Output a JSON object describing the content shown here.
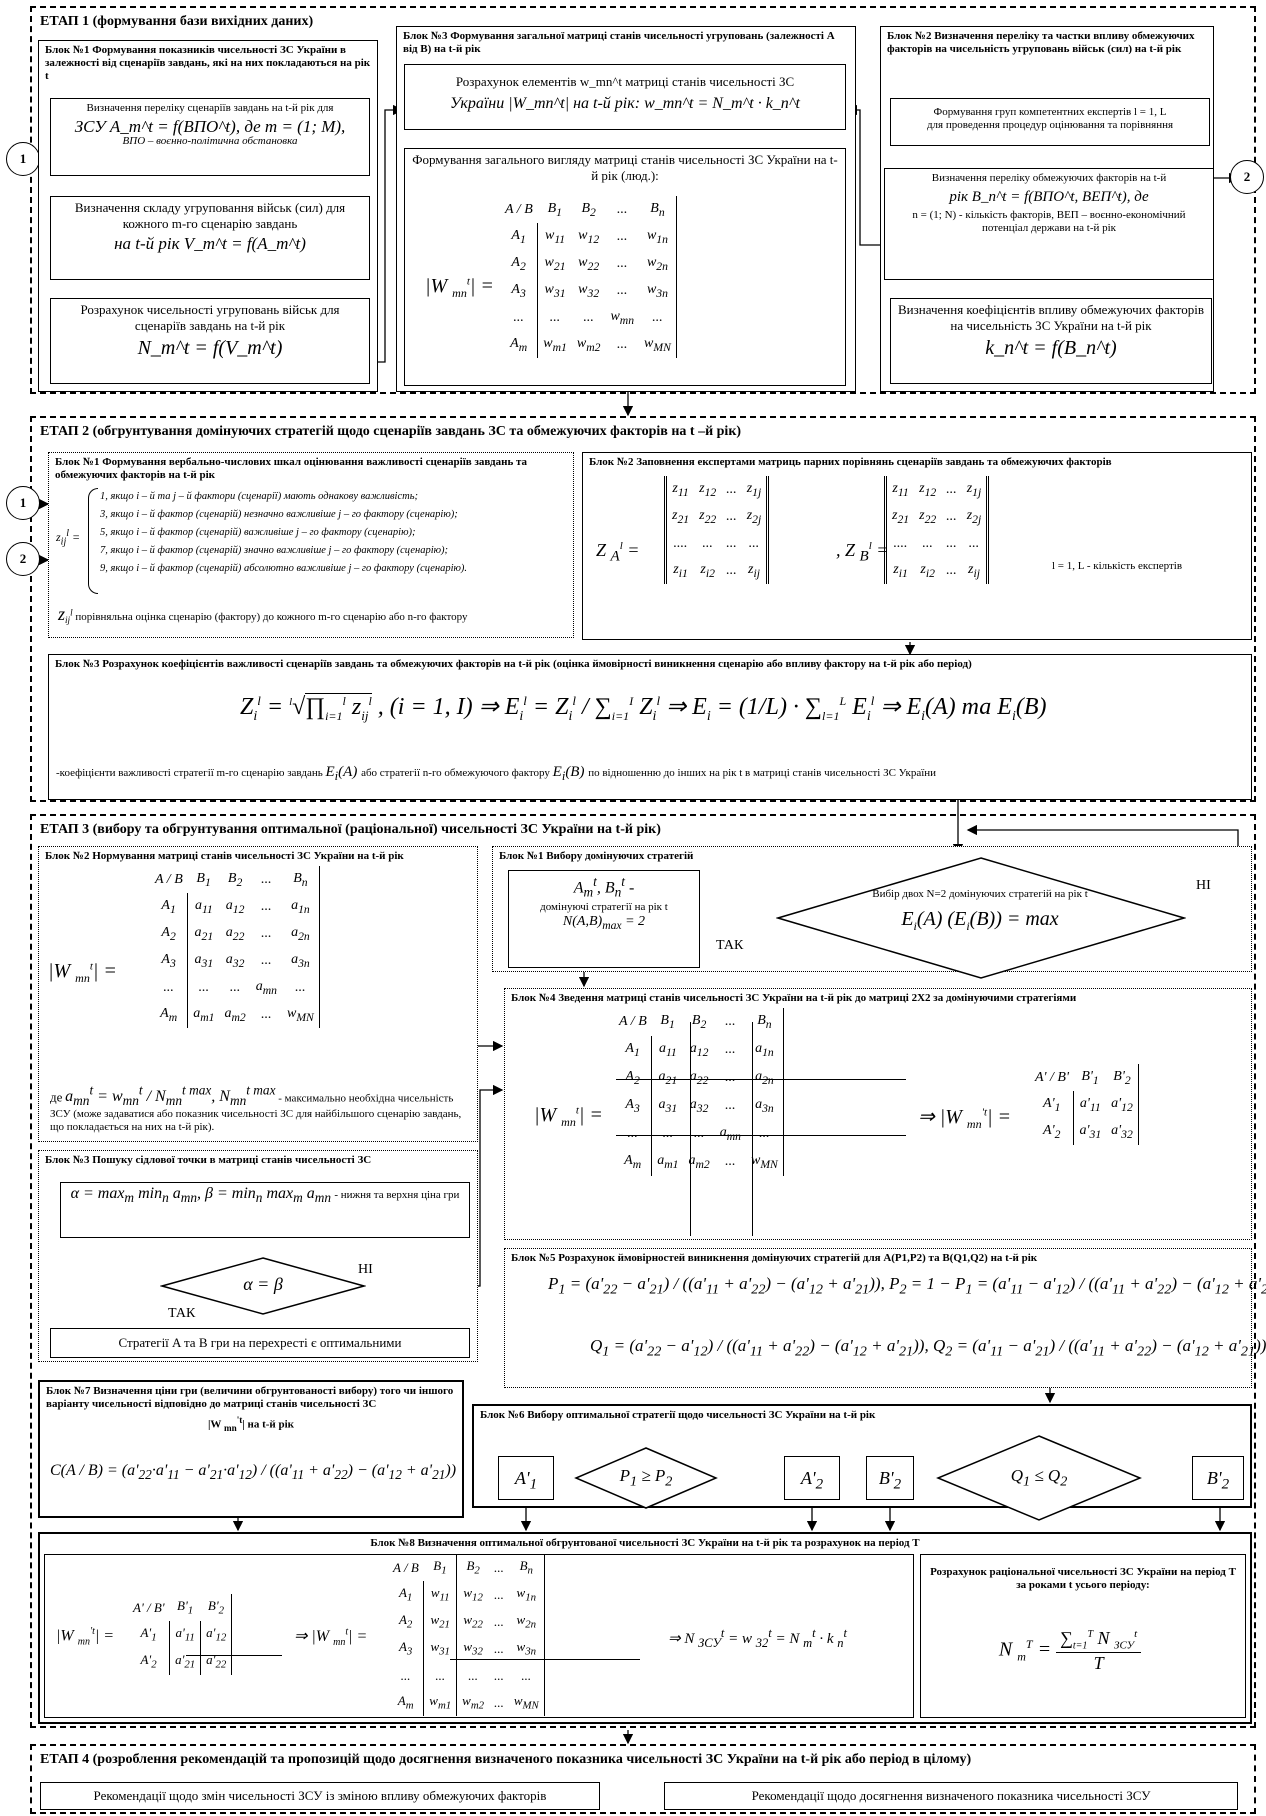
{
  "stage1": {
    "title": "ЕТАП 1 (формування бази вихідних даних)",
    "block1": {
      "title": "Блок №1 Формування показників чисельності ЗС України в залежності від сценаріїв завдань, які на них покладаються на рік t",
      "box1_line1": "Визначення переліку сценаріїв завдань на t-й рік для",
      "box1_formula": "ЗСУ A_m^t = f(ВПО^t), де m = (1; M),",
      "box1_note": "ВПО – воєнно-політична обстановка",
      "box2_line": "Визначення складу угруповання військ (сил) для кожного m-го сценарію завдань",
      "box2_formula": "на t-й рік V_m^t = f(A_m^t)",
      "box3_line": "Розрахунок чисельності угруповань військ для сценаріїв завдань на t-й рік",
      "box3_formula": "N_m^t = f(V_m^t)"
    },
    "block3": {
      "title": "Блок №3 Формування загальної матриці станів чисельності угруповань (залежності A від B) на t-й рік",
      "box1_line": "Розрахунок елементів w_mn^t матриці станів чисельності ЗС",
      "box1_formula": "України |W_mn^t| на t-й рік: w_mn^t = N_m^t · k_n^t",
      "box2_line": "Формування загального вигляду матриці станів чисельності ЗС України на t-й рік (люд.):"
    },
    "block2": {
      "title": "Блок №2 Визначення переліку та частки впливу обмежуючих факторів на чисельність угруповань військ (сил) на t-й рік",
      "box1_line": "Формування груп компетентних експертів l = 1, L",
      "box1_note": "для проведення процедур оцінювання та порівняння",
      "box2_line": "Визначення переліку обмежуючих факторів на t-й",
      "box2_formula": "рік B_n^t = f(ВПО^t, ВЕП^t), де",
      "box2_note": "n = (1; N) - кількість факторів, ВЕП – воєнно-економічний потенціал держави на t-й рік",
      "box3_line": "Визначення коефіцієнтів впливу обмежуючих факторів на чисельність ЗС України на t-й рік",
      "box3_formula": "k_n^t = f(B_n^t)"
    },
    "circles": [
      "1",
      "2"
    ]
  },
  "stage2": {
    "title": "ЕТАП 2 (обгрунтування домінуючих стратегій щодо сценаріїв завдань ЗС та обмежуючих факторів на t –й рік)",
    "block1": {
      "title": "Блок №1 Формування вербально-числових шкал оцінювання важливості сценаріїв завдань та обмежуючих факторів на t-й рік",
      "cases": [
        "1, якщо i – й та j – й фактори (сценарії) мають однакову важливість;",
        "3, якщо i – й фактор (сценарій) незначно важливіше j – го фактору (сценарію);",
        "5, якщо i – й фактор (сценарій) важливіше j – го фактору (сценарію);",
        "7, якщо i – й фактор (сценарій) значно важливіше j – го фактору (сценарію);",
        "9, якщо i – й фактор (сценарій) абсолютно важливіше j – го фактору (сценарію)."
      ],
      "note": "порівняльна оцінка сценарію (фактору) до кожного m-го сценарію або n-го фактору"
    },
    "block2": {
      "title": "Блок №2 Заповнення експертами матриць парних порівнянь сценаріїв завдань та обмежуючих факторів",
      "note": "l = 1, L - кількість експертів"
    },
    "block3": {
      "title": "Блок №3 Розрахунок коефіцієнтів важливості сценаріїв завдань та обмежуючих факторів на t-й рік (оцінка ймовірності виникнення сценарію або впливу фактору на t-й рік або період)",
      "note_pre": "-коефіцієнти важливості стратегії m-го сценарію завдань",
      "note_mid": "або стратегії n-го обмежуючого фактору",
      "note_post": "по відношенню до інших на рік t в матриці станів чисельності ЗС України"
    }
  },
  "stage3": {
    "title": "ЕТАП 3 (вибору та обгрунтування оптимальної (раціональної) чисельності ЗС України на t-й рік)",
    "block2": {
      "title": "Блок №2 Нормування матриці станів чисельності ЗС України на t-й рік",
      "note": "максимально необхідна чисельність ЗСУ (може задаватися або показник чисельності ЗС для найбільшого сценарію завдань, що покладається на них на t-й рік)."
    },
    "block1": {
      "title": "Блок №1 Вибору домінуючих стратегій",
      "box_text": "домінуючі стратегії на рік t",
      "diamond_text": "Вибір двох N=2 домінуючих стратегій на рік t",
      "yes": "ТАК",
      "no": "НІ"
    },
    "block4": {
      "title": "Блок №4 Зведення матриці станів чисельності ЗС України на t-й рік до матриці 2Х2 за домінуючими стратегіями"
    },
    "block3": {
      "title": "Блок №3 Пошуку сідлової точки в матриці станів чисельності ЗС",
      "formula_note": "- нижня та верхня ціна гри",
      "diamond": "α = β",
      "yes": "ТАК",
      "no": "НІ",
      "result": "Стратегії A та B гри на перехресті є оптимальними"
    },
    "block5": {
      "title": "Блок №5 Розрахунок ймовірностей виникнення домінуючих стратегій для A(P1,P2) та B(Q1,Q2) на t-й рік"
    },
    "block7": {
      "title": "Блок №7 Визначення ціни гри (величини обгрунтованості вибору) того чи іншого варіанту чисельності відповідно до матриці станів чисельності ЗС",
      "title_tail": "на t-й рік"
    },
    "block6": {
      "title": "Блок №6 Вибору оптимальної стратегії щодо чисельності ЗС України на t-й рік"
    },
    "block8": {
      "title": "Блок №8 Визначення оптимальної обгрунтованої чисельності ЗС України на t-й рік та розрахунок на період T",
      "right_title": "Розрахунок раціональної чисельності ЗС України на період T за роками t усього періоду:"
    }
  },
  "stage4": {
    "title": "ЕТАП 4 (розроблення рекомендацій та пропозицій щодо досягнення визначеного показника чисельності ЗС України на t-й рік або період в цілому)",
    "box_left": "Рекомендації щодо змін чисельності ЗСУ із зміною впливу обмежуючих факторів",
    "box_right": "Рекомендації щодо досягнення визначеного показника чисельності ЗСУ"
  }
}
